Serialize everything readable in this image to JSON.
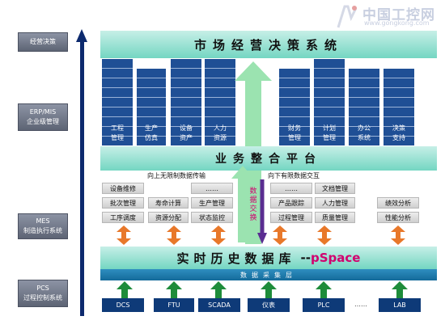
{
  "watermark": {
    "name": "中国工控网",
    "url": "www.gongkong.com"
  },
  "levels": [
    {
      "lines": [
        "经营决策"
      ]
    },
    {
      "lines": [
        "ERP/MIS",
        "企业级管理"
      ]
    },
    {
      "lines": [
        "MES",
        "制造执行系统"
      ]
    },
    {
      "lines": [
        "PCS",
        "过程控制系统"
      ]
    }
  ],
  "top_band": "市场经营决策系统",
  "blocks": [
    [
      "工程",
      "管理"
    ],
    [
      "生产",
      "仿真"
    ],
    [
      "设备",
      "资产"
    ],
    [
      "人力",
      "资源"
    ],
    [
      "财务",
      "管理"
    ],
    [
      "计划",
      "管理"
    ],
    [
      "办公",
      "系统"
    ],
    [
      "决策",
      "支持"
    ]
  ],
  "biz_band": "业务整合平台",
  "up_note": "向上无限制数据传输",
  "down_note": "向下有限数据交互",
  "exchange": "数据交换",
  "mes_left": [
    [
      "设备维修",
      "……"
    ],
    [
      "批次管理",
      "寿命计算",
      "生产管理"
    ],
    [
      "工序调度",
      "资源分配",
      "状态监控"
    ]
  ],
  "mes_right": [
    [
      "……",
      "文档管理"
    ],
    [
      "产品跟踪",
      "人力管理"
    ],
    [
      "过程管理",
      "质量管理"
    ]
  ],
  "mes_far": [
    "绩效分析",
    "性能分析"
  ],
  "rt_band": {
    "title": "实时历史数据库",
    "dash": "--",
    "product": "pSpace"
  },
  "collect_band": "数据采集层",
  "sources": [
    "DCS",
    "FTU",
    "SCADA",
    "仪表",
    "PLC",
    "……",
    "LAB"
  ],
  "colors": {
    "band": "#74d6c2",
    "block": "#1f4f95",
    "axis": "#0d2a6e",
    "up_arrow": "#9be3b0",
    "down_arrow": "#5a2d91",
    "bidir_arrow": "#e8782a",
    "src_arrow": "#1e8c3a"
  }
}
